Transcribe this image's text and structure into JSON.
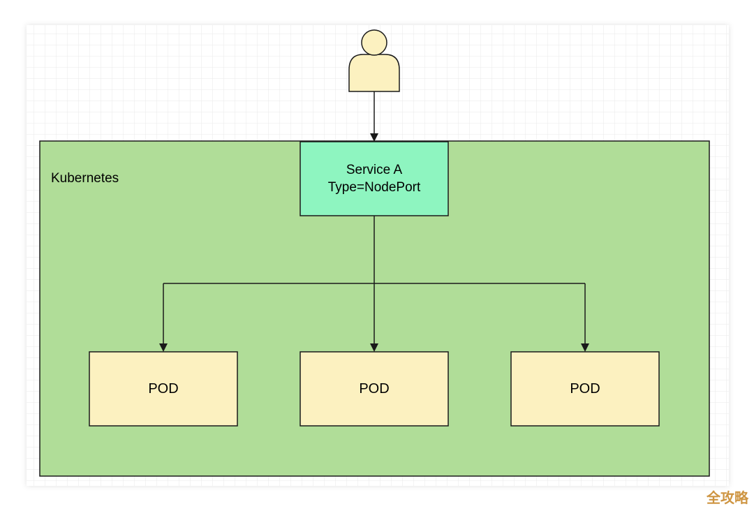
{
  "diagram": {
    "container_label": "Kubernetes",
    "service": {
      "name": "Service A",
      "type_text": "Type=NodePort"
    },
    "pods": [
      {
        "label": "POD"
      },
      {
        "label": "POD"
      },
      {
        "label": "POD"
      }
    ],
    "user_icon": "user-icon"
  },
  "colors": {
    "kubernetes_fill": "#b0dd98",
    "service_fill": "#8ef5c0",
    "pod_fill": "#fcf1c0",
    "user_fill": "#fcf1c0",
    "stroke": "#1a1a1a",
    "grid_line": "#e8e8e8"
  },
  "watermark": "全攻略"
}
